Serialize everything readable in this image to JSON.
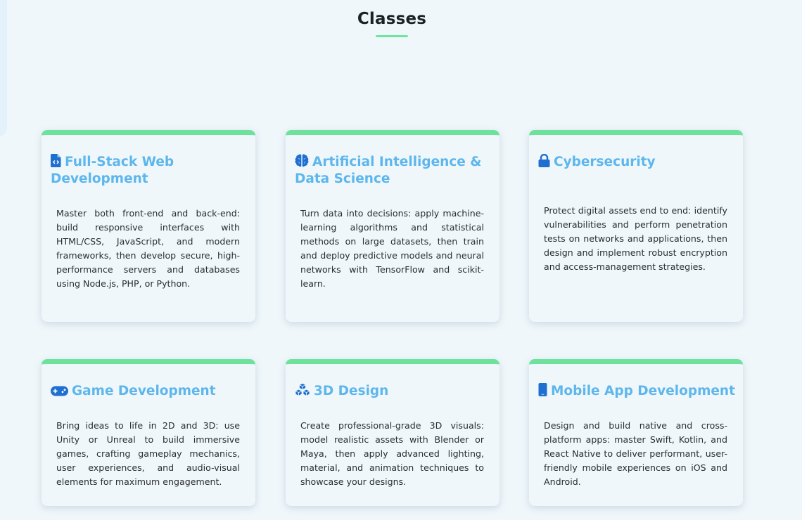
{
  "page": {
    "title": "Classes"
  },
  "accent_colors": {
    "card_top_bar": "#6ee29c",
    "title_text": "#5db6ec",
    "icon": "#1f6fd1",
    "underline": "#73e3a3"
  },
  "classes": [
    {
      "icon": "file-code-icon",
      "title": "Full-Stack Web Development",
      "description": "Master both front-end and back-end: build responsive interfaces with HTML/CSS, JavaScript, and modern frameworks, then develop secure, high-performance servers and databases using Node.js, PHP, or Python."
    },
    {
      "icon": "brain-icon",
      "title": "Artificial Intelligence & Data Science",
      "description": "Turn data into decisions: apply machine-learning algorithms and statistical methods on large datasets, then train and deploy predictive models and neural networks with TensorFlow and scikit-learn."
    },
    {
      "icon": "lock-icon",
      "title": "Cybersecurity",
      "description": "Protect digital assets end to end: identify vulnerabilities and perform penetration tests on networks and applications, then design and implement robust encryption and access-management strategies."
    },
    {
      "icon": "gamepad-icon",
      "title": "Game Development",
      "description": "Bring ideas to life in 2D and 3D: use Unity or Unreal to build immersive games, crafting gameplay mechanics, user experiences, and audio-visual elements for maximum engagement."
    },
    {
      "icon": "cubes-icon",
      "title": "3D Design",
      "description": "Create professional-grade 3D visuals: model realistic assets with Blender or Maya, then apply advanced lighting, material, and animation techniques to showcase your designs."
    },
    {
      "icon": "mobile-phone-icon",
      "title": "Mobile App Development",
      "description": "Design and build native and cross-platform apps: master Swift, Kotlin, and React Native to deliver performant, user-friendly mobile experiences on iOS and Android."
    }
  ]
}
